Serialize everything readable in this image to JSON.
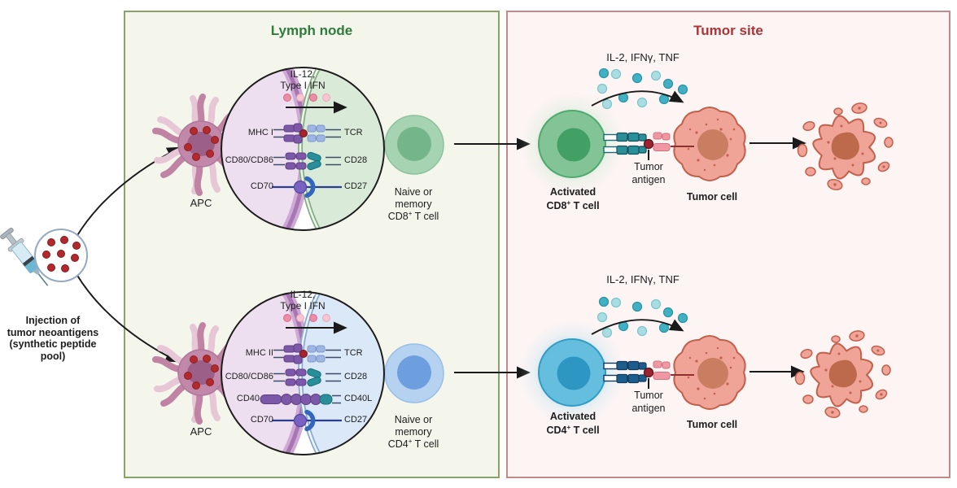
{
  "colors": {
    "lymph_panel_bg": "#f4f6ec",
    "lymph_panel_border": "#8ba36b",
    "lymph_title_color": "#2e7b3c",
    "tumor_panel_bg": "#fdf4f4",
    "tumor_panel_border": "#c2898d",
    "tumor_title_color": "#ac3338"
  },
  "injection": {
    "lines": [
      "Injection of",
      "tumor neoantigens",
      "(synthetic peptide",
      "pool)"
    ]
  },
  "lymph_node": {
    "title": "Lymph node",
    "apc_top_label": "APC",
    "apc_bottom_label": "APC",
    "synapse_cytokines_line1": "IL-12,",
    "synapse_cytokines_line2": "Type I IFN",
    "cd8_synapse_rows": [
      {
        "left": "MHC I",
        "right": "TCR"
      },
      {
        "left": "CD80/CD86",
        "right": "CD28"
      },
      {
        "left": "CD70",
        "right": "CD27"
      }
    ],
    "cd4_synapse_rows": [
      {
        "left": "MHC II",
        "right": "TCR"
      },
      {
        "left": "CD80/CD86",
        "right": "CD28"
      },
      {
        "left": "CD40",
        "right": "CD40L"
      },
      {
        "left": "CD70",
        "right": "CD27"
      }
    ],
    "naive_cd8": {
      "line1": "Naive or",
      "line2": "memory",
      "cell": "CD8",
      "sup": "+",
      "tail": " T cell"
    },
    "naive_cd4": {
      "line1": "Naive or",
      "line2": "memory",
      "cell": "CD4",
      "sup": "+",
      "tail": " T cell"
    }
  },
  "tumor_site": {
    "title": "Tumor site",
    "cytokines": "IL-2, IFNγ, TNF",
    "activated_cd8": {
      "line1": "Activated",
      "cell": "CD8",
      "sup": "+",
      "tail": " T cell"
    },
    "activated_cd4": {
      "line1": "Activated",
      "cell": "CD4",
      "sup": "+",
      "tail": " T cell"
    },
    "tumor_antigen": {
      "line1": "Tumor",
      "line2": "antigen"
    },
    "tumor_cell_label": "Tumor cell"
  }
}
